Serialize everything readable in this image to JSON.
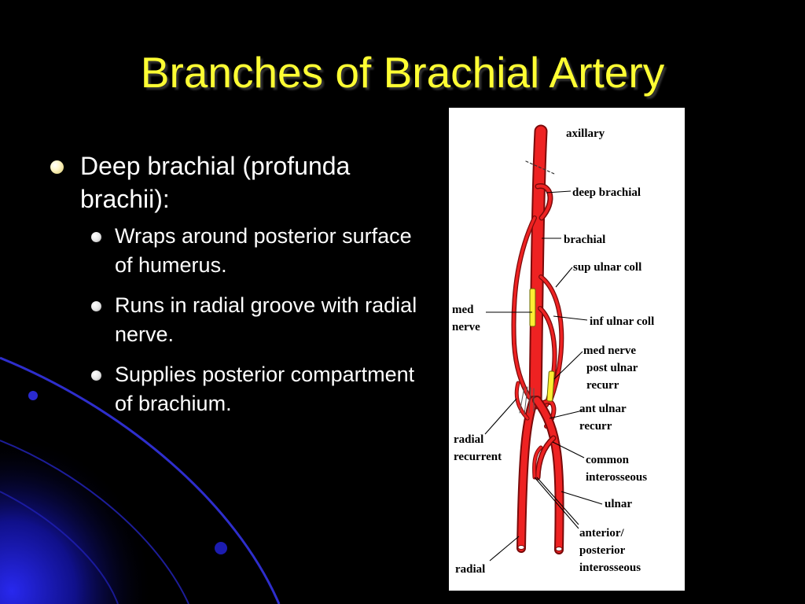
{
  "slide": {
    "title": "Branches of Brachial Artery"
  },
  "bullets": {
    "main": "Deep brachial (profunda brachii):",
    "sub": [
      "Wraps around posterior surface of humerus.",
      "Runs in radial groove with radial nerve.",
      "Supplies posterior compartment of brachium."
    ]
  },
  "diagram": {
    "labels": {
      "axillary": "axillary",
      "deep_brachial": "deep brachial",
      "brachial": "brachial",
      "sup_ulnar_coll": "sup ulnar coll",
      "med_nerve_left_1": "med",
      "med_nerve_left_2": "nerve",
      "inf_ulnar_coll": "inf ulnar coll",
      "med_nerve_right": "med nerve",
      "post_ulnar_recurr_1": "post ulnar",
      "post_ulnar_recurr_2": "recurr",
      "ant_ulnar_recurr_1": "ant ulnar",
      "ant_ulnar_recurr_2": "recurr",
      "radial_recurrent_1": "radial",
      "radial_recurrent_2": "recurrent",
      "common_interosseous_1": "common",
      "common_interosseous_2": "interosseous",
      "ulnar": "ulnar",
      "ant_post_interosseous_1": "anterior/",
      "ant_post_interosseous_2": "posterior",
      "ant_post_interosseous_3": "interosseous",
      "radial": "radial"
    },
    "colors": {
      "artery": "#ee2222",
      "artery_outline": "#7a0a0a",
      "nerve": "#ffee33",
      "leader": "#000000"
    }
  },
  "theme": {
    "title_color": "#ffff33",
    "text_color": "#ffffff",
    "background": "#000000",
    "swirl": "#1a1acc"
  }
}
